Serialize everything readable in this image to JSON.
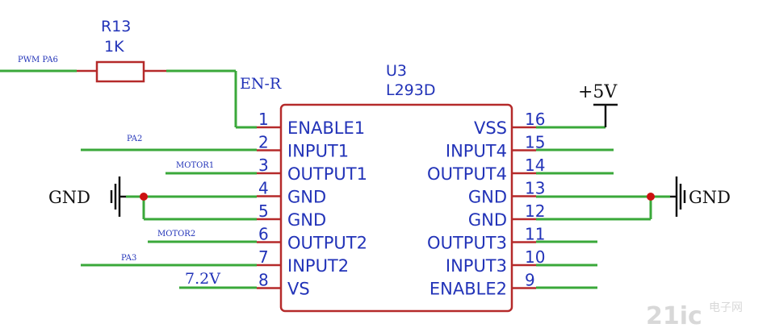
{
  "chip": {
    "ref": "U3",
    "part": "L293D",
    "left_pins": [
      {
        "num": "1",
        "name": "ENABLE1"
      },
      {
        "num": "2",
        "name": "INPUT1"
      },
      {
        "num": "3",
        "name": "OUTPUT1"
      },
      {
        "num": "4",
        "name": "GND"
      },
      {
        "num": "5",
        "name": "GND"
      },
      {
        "num": "6",
        "name": "OUTPUT2"
      },
      {
        "num": "7",
        "name": "INPUT2"
      },
      {
        "num": "8",
        "name": "VS"
      }
    ],
    "right_pins": [
      {
        "num": "16",
        "name": "VSS"
      },
      {
        "num": "15",
        "name": "INPUT4"
      },
      {
        "num": "14",
        "name": "OUTPUT4"
      },
      {
        "num": "13",
        "name": "GND"
      },
      {
        "num": "12",
        "name": "GND"
      },
      {
        "num": "11",
        "name": "OUTPUT3"
      },
      {
        "num": "10",
        "name": "INPUT3"
      },
      {
        "num": "9",
        "name": "ENABLE2"
      }
    ]
  },
  "resistor": {
    "ref": "R13",
    "value": "1K"
  },
  "nets": {
    "pwm": "PWM  PA6",
    "en": "EN-R",
    "pa2": "PA2",
    "motor1": "MOTOR1",
    "motor2": "MOTOR2",
    "pa3": "PA3",
    "vs": "7.2V",
    "vcc": "+5V",
    "gnd_left": "GND",
    "gnd_right": "GND"
  },
  "watermark": {
    "logo": "21ic",
    "cn": "电子网"
  }
}
